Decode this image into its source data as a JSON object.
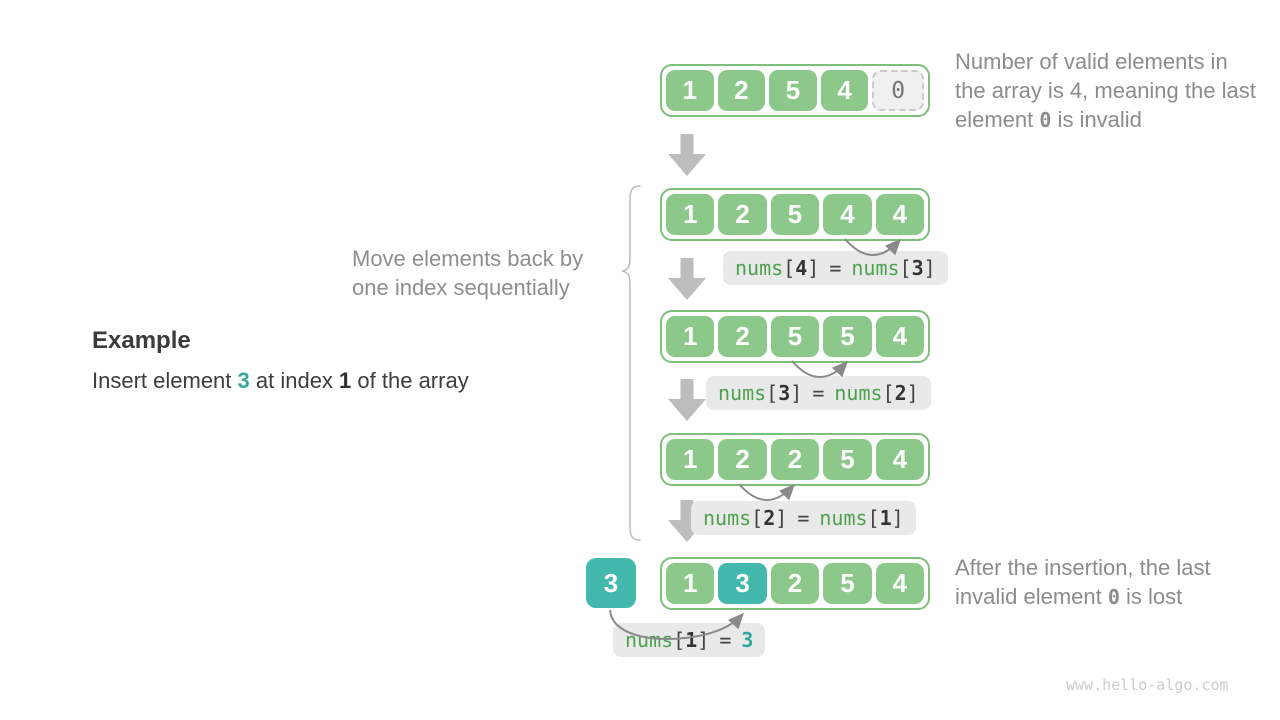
{
  "example": {
    "heading": "Example",
    "line": {
      "pre": "Insert element ",
      "em1": "3",
      "mid": " at index ",
      "em2": "1",
      "post": " of the array"
    }
  },
  "move_note": "Move elements back by one index sequentially",
  "note_top": {
    "pre": "Number of valid elements in the array is 4, meaning the last element ",
    "code": "0",
    "post": " is invalid"
  },
  "note_bottom": {
    "pre": "After the insertion, the last invalid element ",
    "code": "0",
    "post": " is lost"
  },
  "insert_value": "3",
  "rows": [
    {
      "cells": [
        {
          "v": "1"
        },
        {
          "v": "2"
        },
        {
          "v": "5"
        },
        {
          "v": "4"
        },
        {
          "v": "0",
          "invalid": true
        }
      ]
    },
    {
      "cells": [
        {
          "v": "1"
        },
        {
          "v": "2"
        },
        {
          "v": "5"
        },
        {
          "v": "4"
        },
        {
          "v": "4"
        }
      ]
    },
    {
      "cells": [
        {
          "v": "1"
        },
        {
          "v": "2"
        },
        {
          "v": "5"
        },
        {
          "v": "5"
        },
        {
          "v": "4"
        }
      ]
    },
    {
      "cells": [
        {
          "v": "1"
        },
        {
          "v": "2"
        },
        {
          "v": "2"
        },
        {
          "v": "5"
        },
        {
          "v": "4"
        }
      ]
    },
    {
      "cells": [
        {
          "v": "1"
        },
        {
          "v": "3",
          "inserted": true
        },
        {
          "v": "2"
        },
        {
          "v": "5"
        },
        {
          "v": "4"
        }
      ]
    }
  ],
  "code_labels": [
    {
      "fn1": "nums",
      "lb1": "[",
      "i1": "4",
      "rb1": "]",
      "eq": "=",
      "fn2": "nums",
      "lb2": "[",
      "i2": "3",
      "rb2": "]"
    },
    {
      "fn1": "nums",
      "lb1": "[",
      "i1": "3",
      "rb1": "]",
      "eq": "=",
      "fn2": "nums",
      "lb2": "[",
      "i2": "2",
      "rb2": "]"
    },
    {
      "fn1": "nums",
      "lb1": "[",
      "i1": "2",
      "rb1": "]",
      "eq": "=",
      "fn2": "nums",
      "lb2": "[",
      "i2": "1",
      "rb2": "]"
    },
    {
      "fn1": "nums",
      "lb1": "[",
      "i1": "1",
      "rb1": "]",
      "eq": "=",
      "val": "3"
    }
  ],
  "watermark": "www.hello-algo.com",
  "colors": {
    "cell_green": "#8cc88a",
    "border_green": "#7cc07a",
    "accent_teal": "#43b8ad",
    "code_green": "#4ca24c",
    "label_bg": "#e9e9e9",
    "text_gray": "#8c8c8c",
    "text_dark": "#3d3d3d",
    "block_arrow_gray": "#bdbdbd",
    "arc_gray": "#8a8a8a"
  }
}
